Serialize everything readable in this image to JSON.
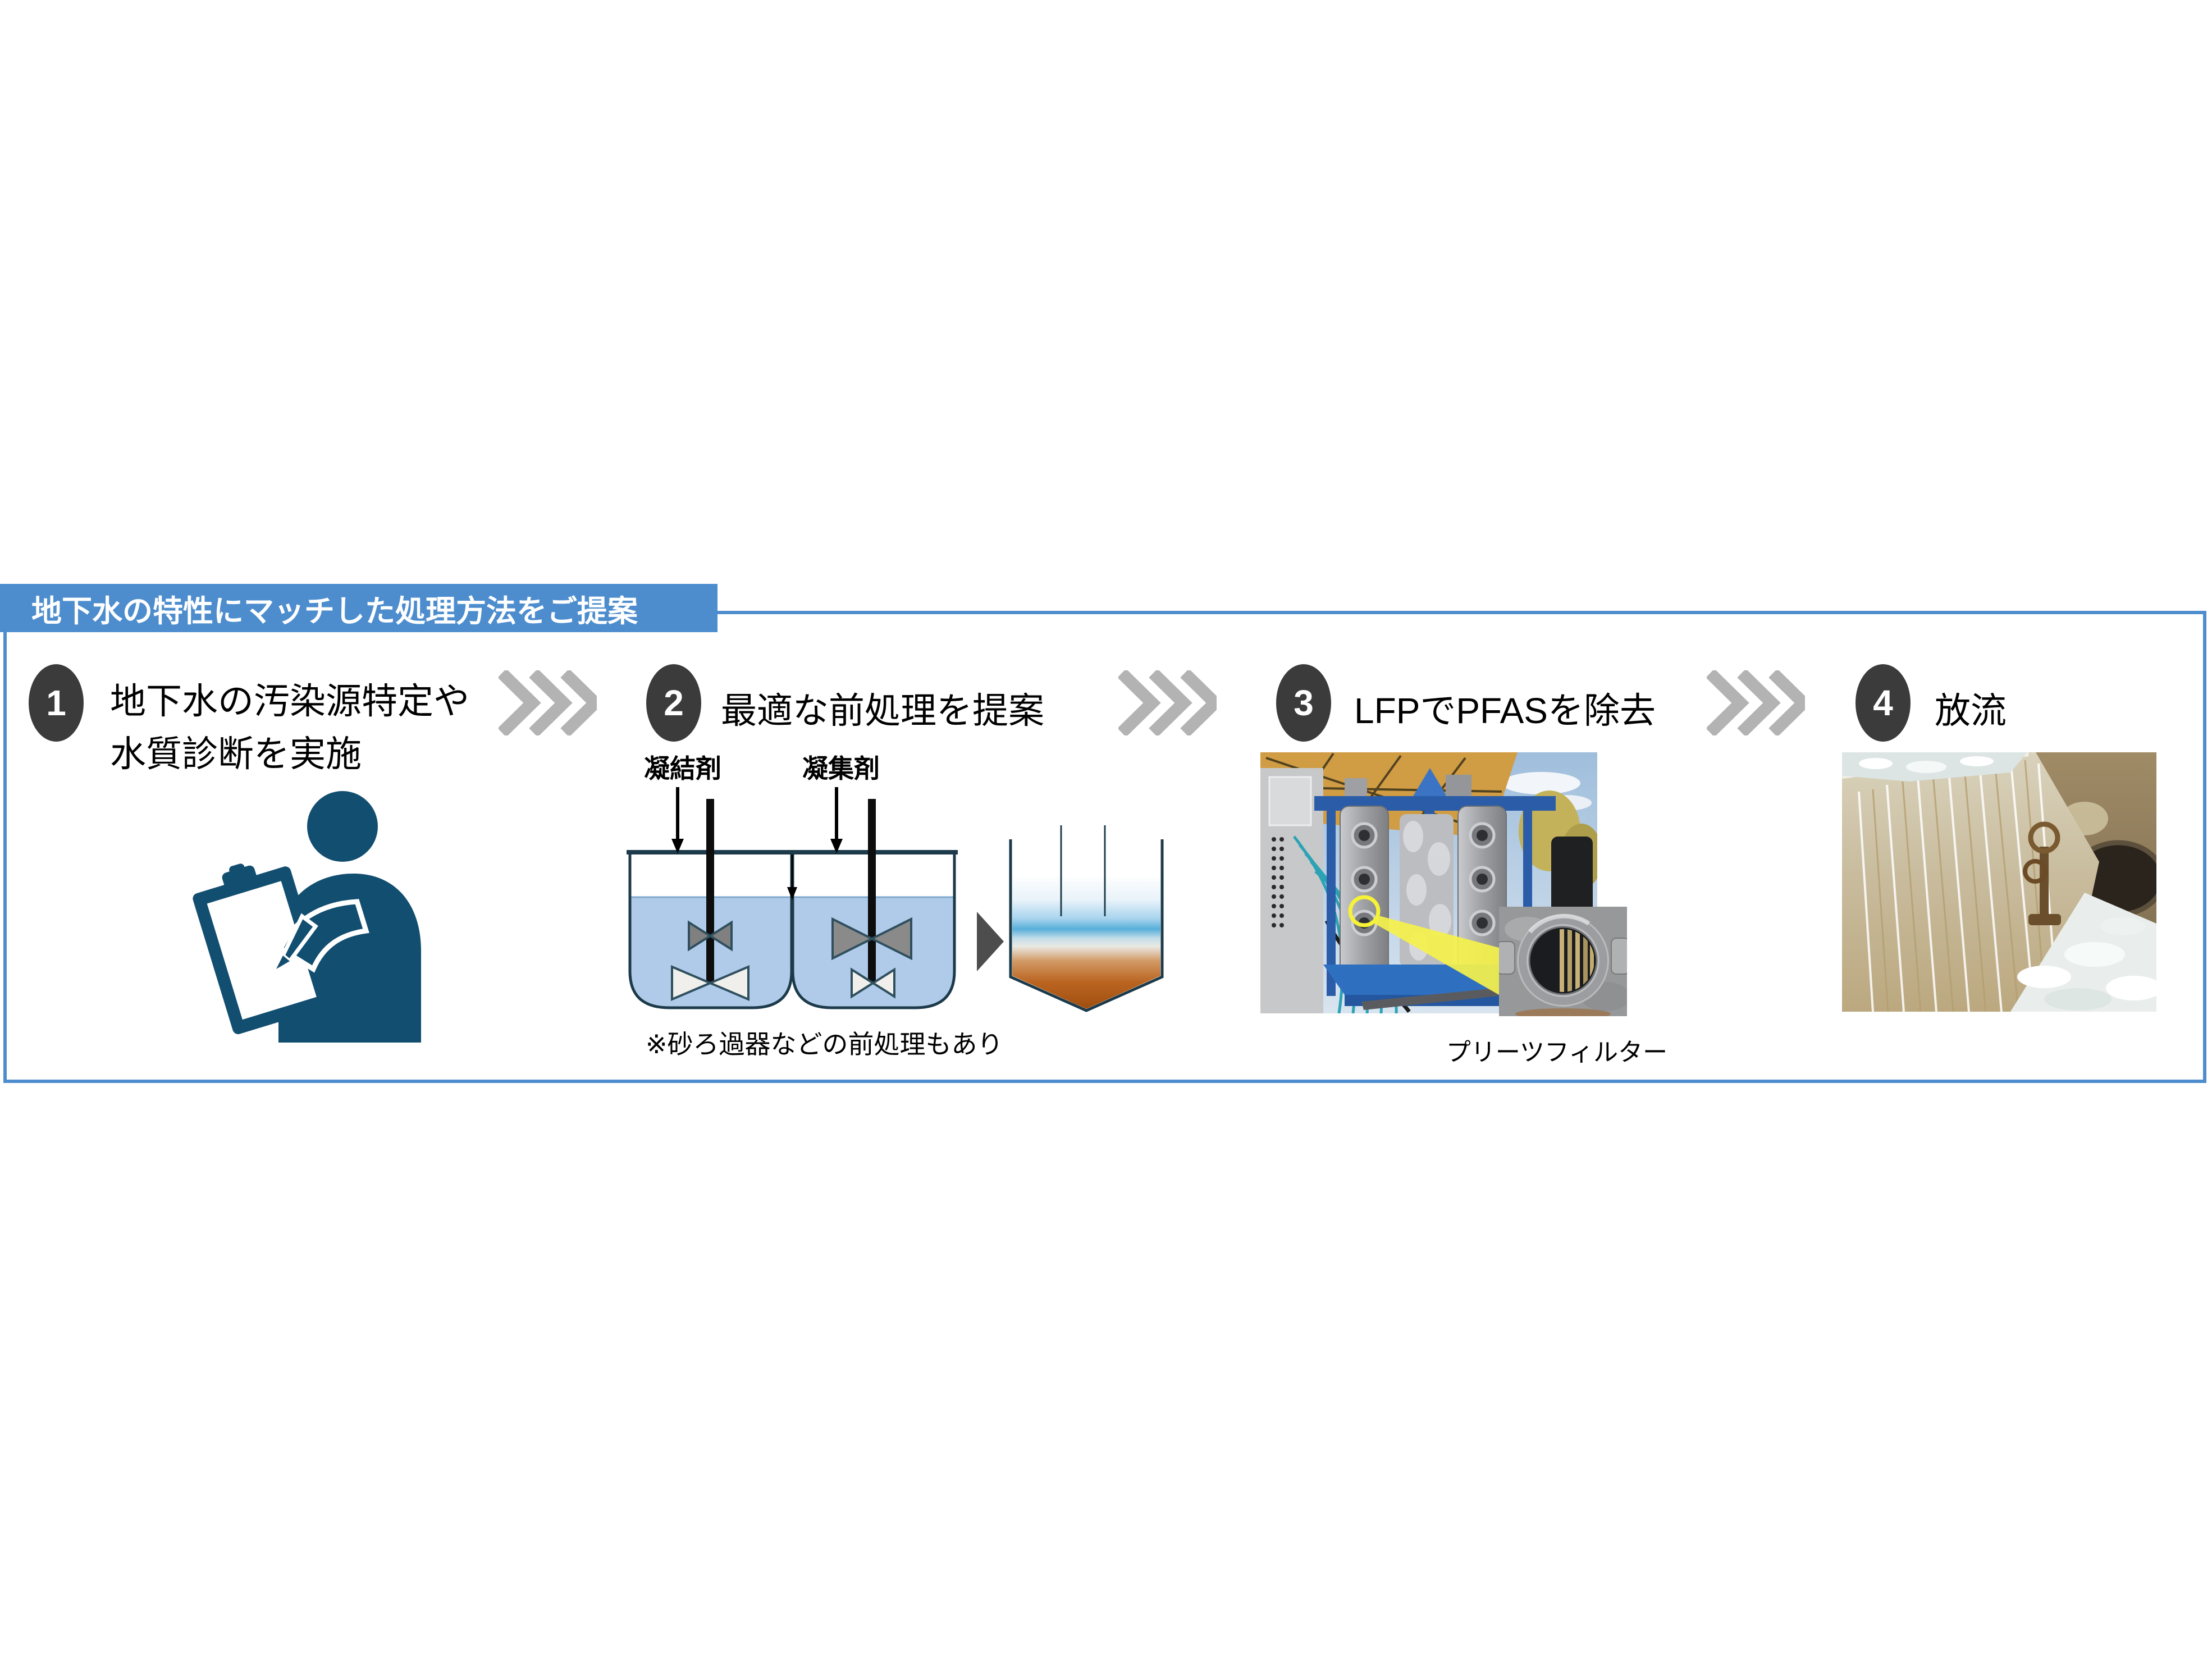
{
  "header": {
    "title": "地下水の特性にマッチした処理方法をご提案"
  },
  "steps": [
    {
      "number": "1",
      "line1": "地下水の汚染源特定や",
      "line2": "水質診断を実施"
    },
    {
      "number": "2",
      "line1": "最適な前処理を提案"
    },
    {
      "number": "3",
      "line1": "LFPでPFASを除去"
    },
    {
      "number": "4",
      "line1": "放流"
    }
  ],
  "diagram": {
    "coagulant_label": "凝結剤",
    "flocculant_label": "凝集剤",
    "note": "※砂ろ過器などの前処理もあり"
  },
  "photos": {
    "filter_caption": "プリーツフィルター"
  },
  "colors": {
    "accent_blue": "#4D8DCE",
    "badge_gray": "#3B3B3B",
    "chevron_gray": "#B3B3B3",
    "person_navy": "#124E70",
    "tank_water": "#AFCBE9",
    "tank_outline": "#1C3A4A",
    "sediment_orange": "#A84E10",
    "highlight_yellow": "#F5F14B"
  }
}
